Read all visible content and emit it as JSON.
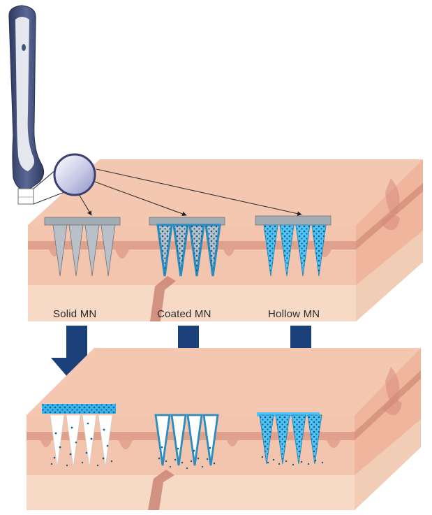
{
  "labels": {
    "solid": "Solid MN",
    "coated": "Coated MN",
    "hollow": "Hollow MN"
  },
  "colors": {
    "skin_top": "#f4c7b0",
    "skin_front": "#f3c5ae",
    "skin_side": "#f0b79e",
    "dermis_band": "#d98f7a",
    "fat_layer": "#f6dcc7",
    "blood_vessel": "#c97f72",
    "needle_gray": "#b7bec6",
    "plate_gray": "#a4acb4",
    "drug_blue": "#38b6f0",
    "drug_dot": "#0a5f8a",
    "arrow_navy": "#1b3f78",
    "device_body": "#47557e",
    "device_grip": "#f2f3f7"
  },
  "icons": {
    "device": "microneedle-pen-icon",
    "lens": "magnifier-lens-icon",
    "arrow": "down-arrow-icon"
  }
}
